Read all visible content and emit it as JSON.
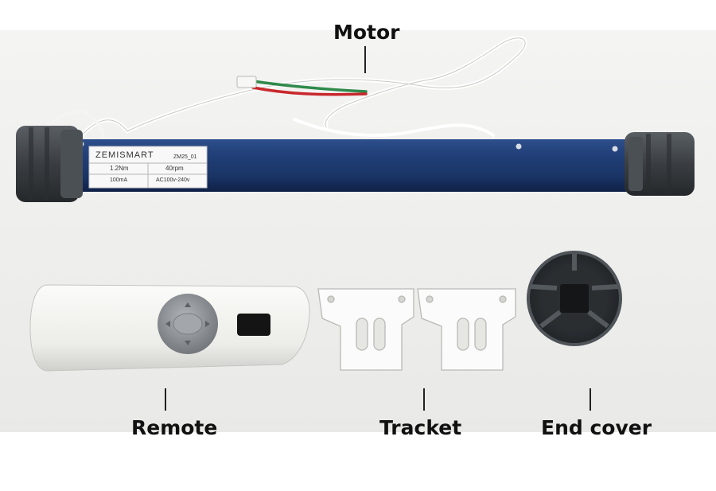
{
  "labels": {
    "motor": "Motor",
    "remote": "Remote",
    "tracket": "Tracket",
    "end_cover": "End cover"
  },
  "motor_label": {
    "brand": "Zemismart",
    "model": "ZM25_01",
    "torque": "1.2Nm",
    "speed": "40rpm",
    "current": "100mA",
    "voltage": "AC100v-240v"
  },
  "colors": {
    "background": "#ffffff",
    "photo_backdrop": "#f1f1f0",
    "motor_tube": "#1e3a6e",
    "end_cap": "#3c4044",
    "remote_body": "#f2f2ef",
    "remote_button": "#8d9196",
    "bracket": "#fafafa",
    "wire_red": "#c8282c",
    "wire_green": "#2f8a4a",
    "label_text": "#111111"
  }
}
